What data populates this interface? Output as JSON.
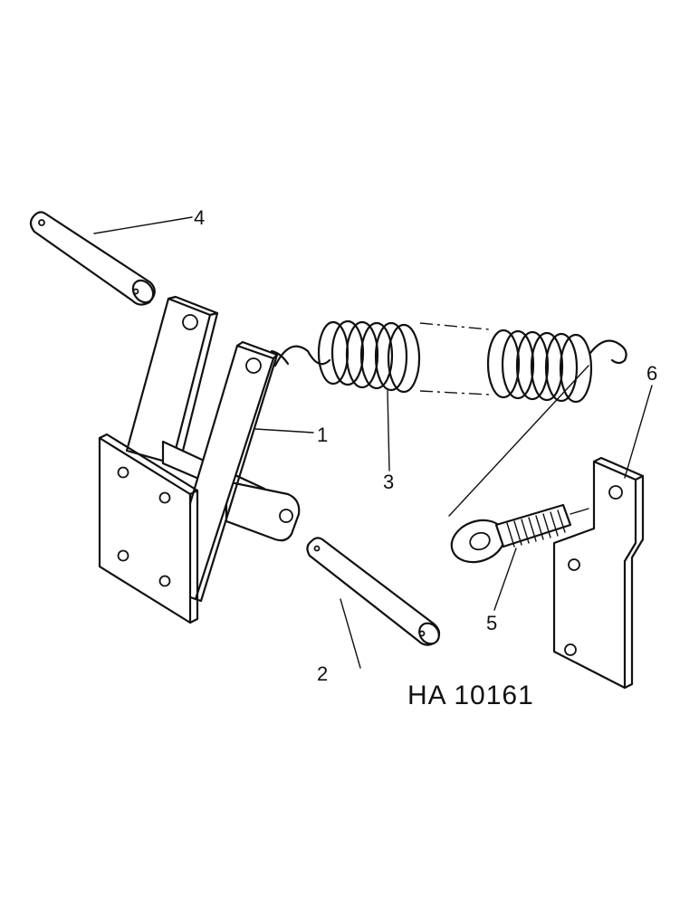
{
  "callouts": {
    "part_1": "1",
    "part_2": "2",
    "part_3": "3",
    "part_4": "4",
    "part_5": "5",
    "part_6": "6"
  },
  "reference_code": "HA 10161"
}
